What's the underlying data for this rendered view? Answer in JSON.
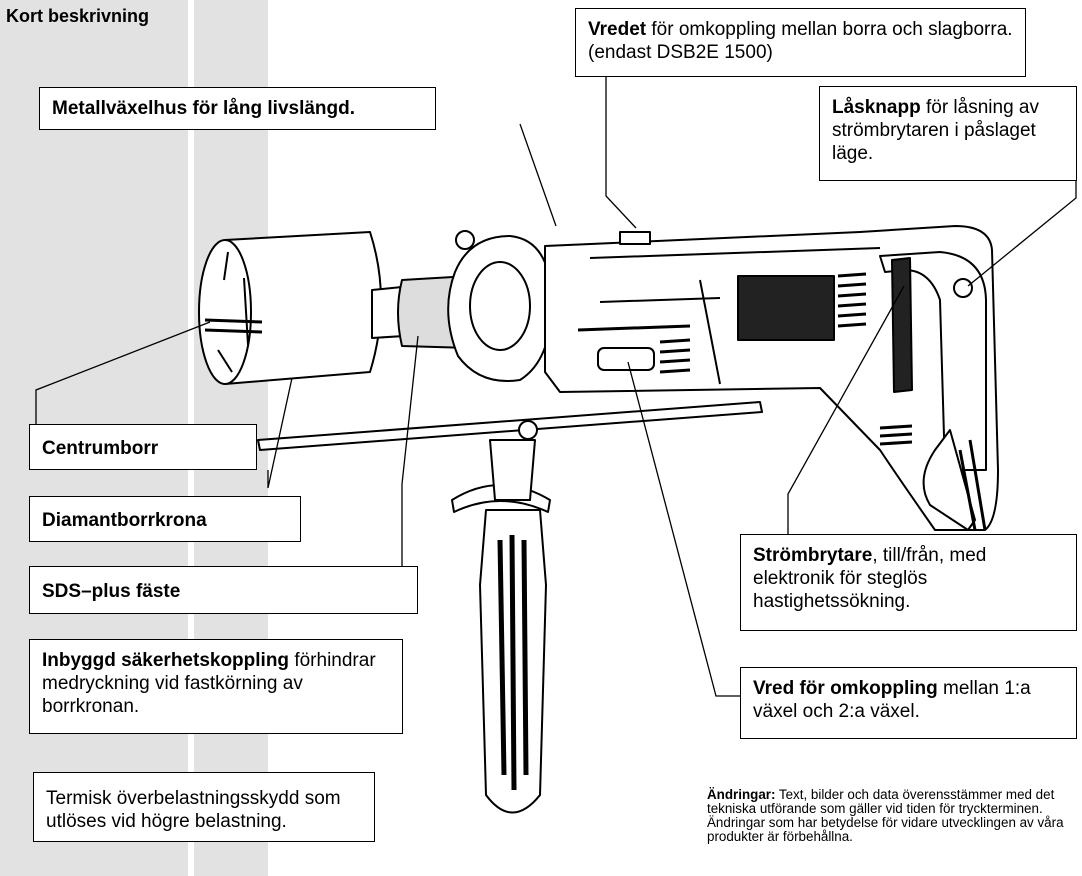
{
  "heading": "Kort beskrivning",
  "callouts": {
    "vredet": {
      "bold": "Vredet",
      "rest": " för omkoppling mellan borra och slagborra. (endast DSB2E 1500)"
    },
    "metallvaxelhus": {
      "bold": "Metallväxelhus för lång livslängd.",
      "rest": ""
    },
    "lasknapp": {
      "bold": "Låsknapp",
      "rest": " för låsning av strömbrytaren i påslaget läge."
    },
    "centrumborr": {
      "bold": "Centrumborr",
      "rest": ""
    },
    "diamantborrkrona": {
      "bold": "Diamantborrkrona",
      "rest": ""
    },
    "sds": {
      "bold": "SDS–plus fäste",
      "rest": ""
    },
    "strombrytare": {
      "bold": "Strömbrytare",
      "rest": ", till/från, med elektronik för steglös hastighetssökning."
    },
    "sakerhetskoppling": {
      "bold": "Inbyggd säkerhetskoppling",
      "rest": " förhindrar medryckning vid fastkörning av borrkronan."
    },
    "vred_vaxel": {
      "bold": "Vred för omkoppling",
      "rest": " mellan 1:a växel och 2:a växel."
    },
    "termisk": {
      "bold": "",
      "rest": "Termisk överbelastningsskydd som utlöses vid högre belastning."
    }
  },
  "note": {
    "bold": "Ändringar:",
    "rest": " Text, bilder och data överensstämmer med det tekniska utförande som gäller vid tiden för tryckterminen. Ändringar som har betydelse för vidare utvecklingen av våra produkter är förbehållna."
  },
  "colors": {
    "stripe": "#e2e2e2",
    "ink": "#000000"
  }
}
